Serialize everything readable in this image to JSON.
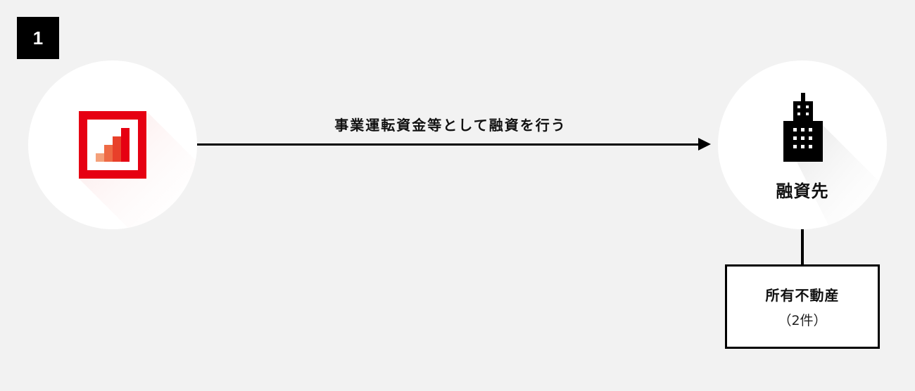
{
  "step": {
    "number": "1"
  },
  "lender": {
    "logo_icon": "bar-chart-logo-icon",
    "logo_color": "#e60012"
  },
  "flow": {
    "label": "事業運転資金等として融資を行う"
  },
  "borrower": {
    "icon": "building-icon",
    "label": "融資先"
  },
  "property": {
    "title": "所有不動産",
    "count": "（2件）"
  },
  "colors": {
    "background": "#f2f2f2",
    "brand_red": "#e60012",
    "bar_light": "#f4a07a",
    "bar_mid": "#ee6a45",
    "bar_dark": "#e8402a"
  }
}
